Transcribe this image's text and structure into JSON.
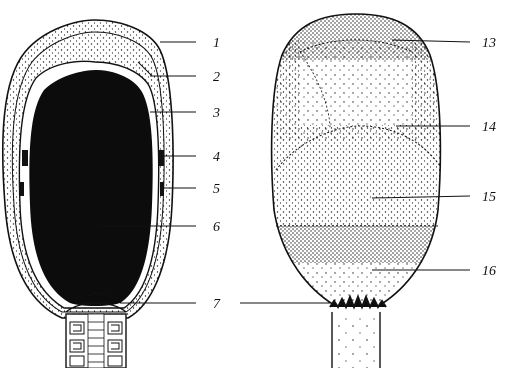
{
  "colors": {
    "ink": "#111111",
    "stipple": "#222222",
    "background": "#ffffff"
  },
  "diagram": {
    "left_view": {
      "labels": [
        "1",
        "2",
        "3",
        "4",
        "5",
        "6",
        "7"
      ]
    },
    "right_view": {
      "labels": [
        "13",
        "14",
        "15",
        "16"
      ]
    }
  }
}
